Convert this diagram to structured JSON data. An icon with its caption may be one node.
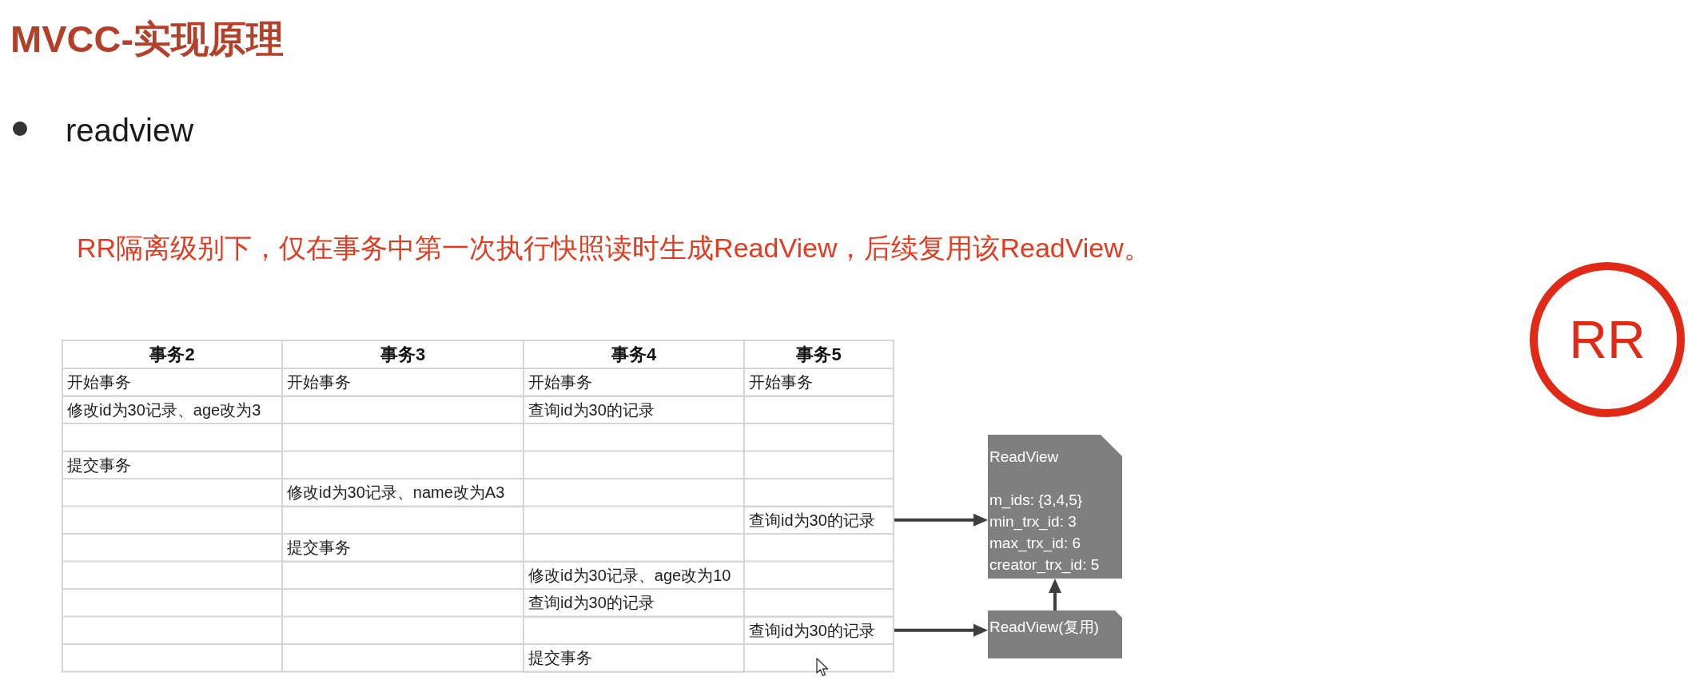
{
  "diagram": {
    "title": "MVCC-实现原理",
    "nodes": [
      {
        "text": [
          "查询id为30的记录"
        ]
      },
      {
        "text": [
          "ReadView",
          "m_ids: {3,4,5}",
          "min_trx_id: 3",
          "max_trx_id: 6",
          "creator_trx_id: 5"
        ]
      },
      {
        "text": [
          "查询id为30的记录"
        ]
      },
      {
        "text": [
          "ReadView(复用)"
        ]
      },
      {
        "text": [
          "RR"
        ]
      }
    ],
    "edges": [
      {
        "from": 0,
        "to": 1,
        "arrow": "to"
      },
      {
        "from": 2,
        "to": 3,
        "arrow": "to"
      },
      {
        "from": 3,
        "to": 1,
        "arrow": "to"
      }
    ],
    "labels": [
      "readview",
      "RR隔离级别下，仅在事务中第一次执行快照读时生成ReadView，后续复用该ReadView。",
      "事务2",
      "事务3",
      "事务4",
      "事务5",
      "开始事务",
      "开始事务",
      "开始事务",
      "开始事务",
      "修改id为30记录、age改为3",
      "查询id为30的记录",
      "提交事务",
      "修改id为30记录、name改为A3",
      "提交事务",
      "修改id为30记录、age改为10",
      "查询id为30的记录",
      "提交事务"
    ]
  }
}
